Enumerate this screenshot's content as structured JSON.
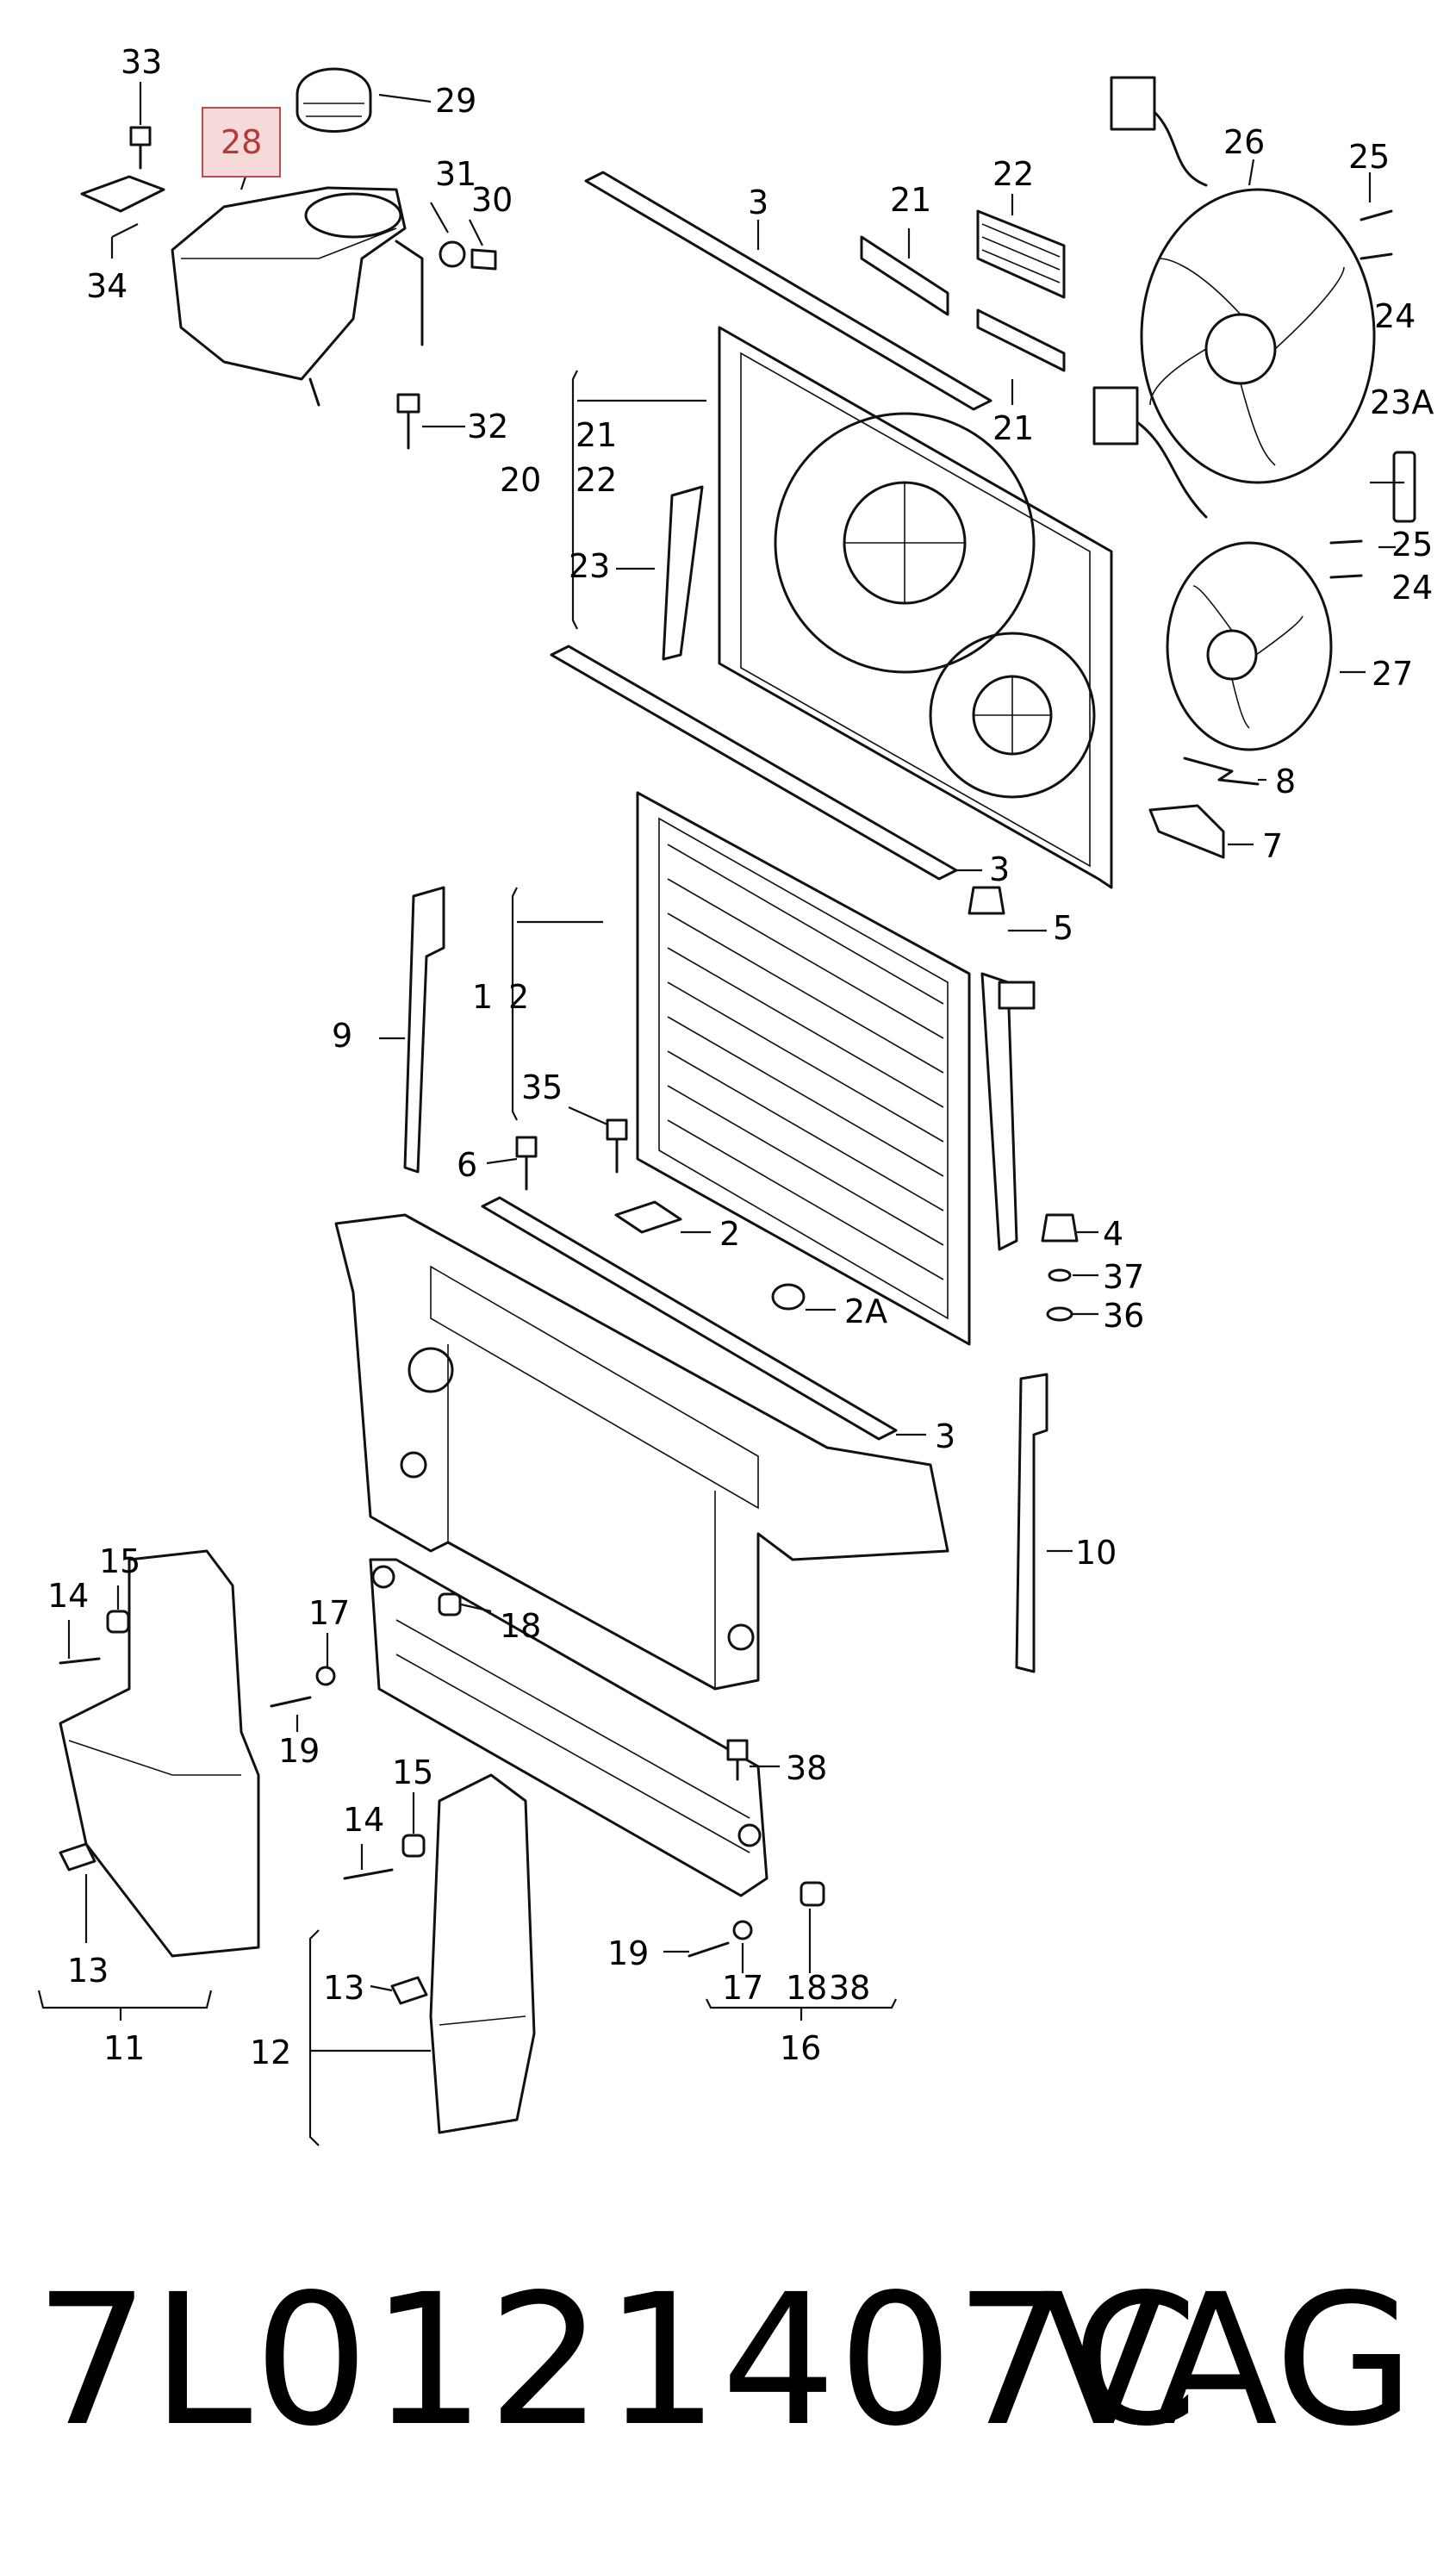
{
  "diagram": {
    "highlighted_callout": "28",
    "highlight_color": "#c24a4a",
    "callouts": {
      "c33": "33",
      "c28": "28",
      "c29": "29",
      "c31": "31",
      "c30": "30",
      "c34": "34",
      "c32": "32",
      "c3a": "3",
      "c21a": "21",
      "c22a": "22",
      "c21b": "21",
      "c20": "20",
      "c21c": "21",
      "c22b": "22",
      "c23": "23",
      "c26": "26",
      "c25a": "25",
      "c24a": "24",
      "c23A": "23A",
      "c25b": "25",
      "c24b": "24",
      "c27": "27",
      "c8": "8",
      "c7": "7",
      "c3b": "3",
      "c5": "5",
      "c1": "1",
      "c2a": "2",
      "c9": "9",
      "c35": "35",
      "c6": "6",
      "c2b": "2",
      "c4": "4",
      "c37": "37",
      "c2A": "2A",
      "c36": "36",
      "c3c": "3",
      "c10": "10",
      "c15a": "15",
      "c14a": "14",
      "c17a": "17",
      "c18a": "18",
      "c19a": "19",
      "c38a": "38",
      "c15b": "15",
      "c14b": "14",
      "c13a": "13",
      "c11": "11",
      "c13b": "13",
      "c12": "12",
      "c19b": "19",
      "c17b": "17",
      "c18b": "18",
      "c38b": "38",
      "c16": "16"
    }
  },
  "caption": {
    "part_number": "7L0121407C",
    "brand": "VAG"
  }
}
